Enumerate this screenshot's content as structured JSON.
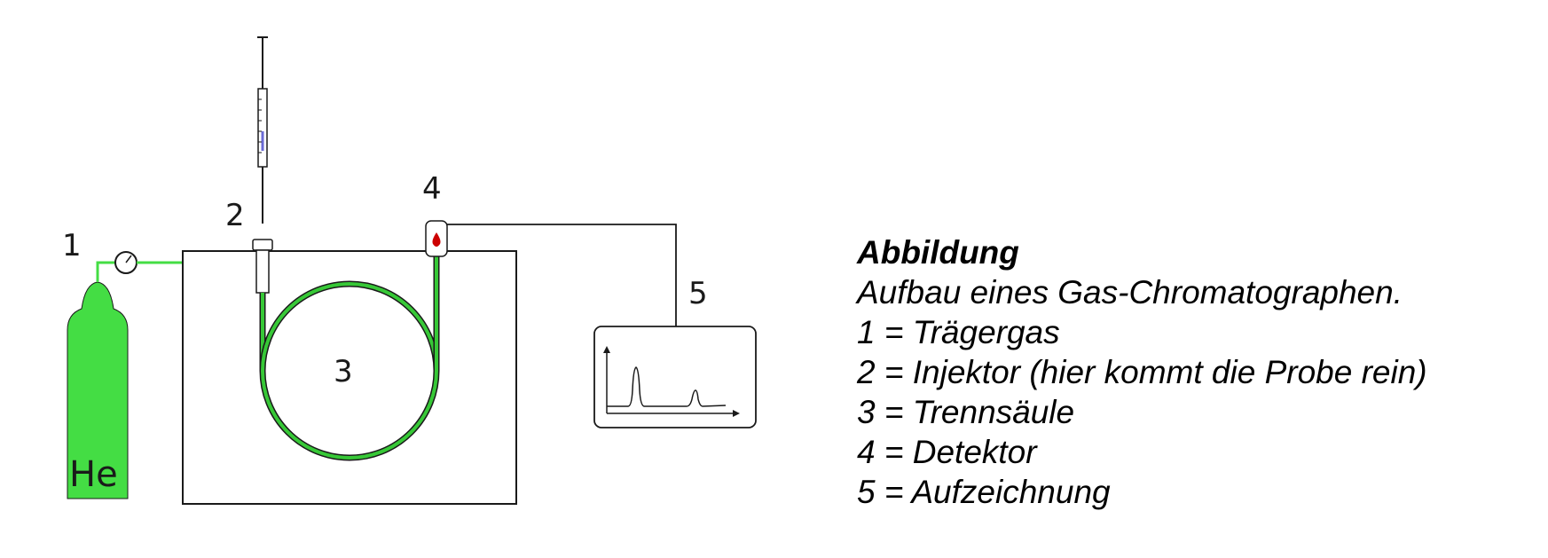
{
  "labels": {
    "gas": "He",
    "n1": "1",
    "n2": "2",
    "n3": "3",
    "n4": "4",
    "n5": "5"
  },
  "caption": {
    "title": "Abbildung",
    "subtitle": "Aufbau eines Gas-Chromatographen.",
    "items": [
      "1 = Trägergas",
      "2 = Injektor (hier kommt die Probe rein)",
      "3 = Trennsäule",
      "4 = Detektor",
      "5 = Aufzeichnung"
    ]
  },
  "colors": {
    "carrier_gas": "#44dd44",
    "tube": "#37c837",
    "outline": "#1a1a1a",
    "detector_drop": "#cc0000",
    "syringe_fluid": "#6b6bd6"
  }
}
